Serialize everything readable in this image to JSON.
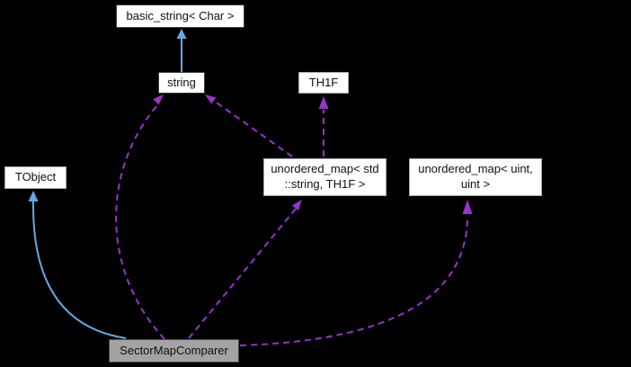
{
  "colors": {
    "background": "#000000",
    "node_fill": "#ffffff",
    "node_border_dark": "#3f3f3f",
    "node_border_light": "#a8a8a8",
    "main_node_fill": "#a3a3a3",
    "main_node_border": "#4a4a4a",
    "inheritance_edge": "#63a9e3",
    "usage_edge": "#9a32cd",
    "text": "#111111"
  },
  "nodes": {
    "basic_string": {
      "label": "basic_string< Char >"
    },
    "string": {
      "label": "string"
    },
    "th1f": {
      "label": "TH1F"
    },
    "tobject": {
      "label": "TObject"
    },
    "map_string_th1f": {
      "line1": "unordered_map< std",
      "line2": "::string, TH1F >"
    },
    "map_uint_uint": {
      "line1": "unordered_map< uint,",
      "line2": "uint >"
    },
    "main": {
      "label": "SectorMapComparer"
    }
  },
  "edges": [
    {
      "from": "string",
      "to": "basic_string< Char >",
      "type": "inheritance",
      "style": "solid"
    },
    {
      "from": "SectorMapComparer",
      "to": "TObject",
      "type": "inheritance",
      "style": "solid"
    },
    {
      "from": "SectorMapComparer",
      "to": "string",
      "type": "usage",
      "style": "dashed"
    },
    {
      "from": "unordered_map< std::string, TH1F >",
      "to": "string",
      "type": "usage",
      "style": "dashed"
    },
    {
      "from": "unordered_map< std::string, TH1F >",
      "to": "TH1F",
      "type": "usage",
      "style": "dashed"
    },
    {
      "from": "SectorMapComparer",
      "to": "unordered_map< std::string, TH1F >",
      "type": "usage",
      "style": "dashed"
    },
    {
      "from": "SectorMapComparer",
      "to": "unordered_map< uint, uint >",
      "type": "usage",
      "style": "dashed"
    }
  ]
}
